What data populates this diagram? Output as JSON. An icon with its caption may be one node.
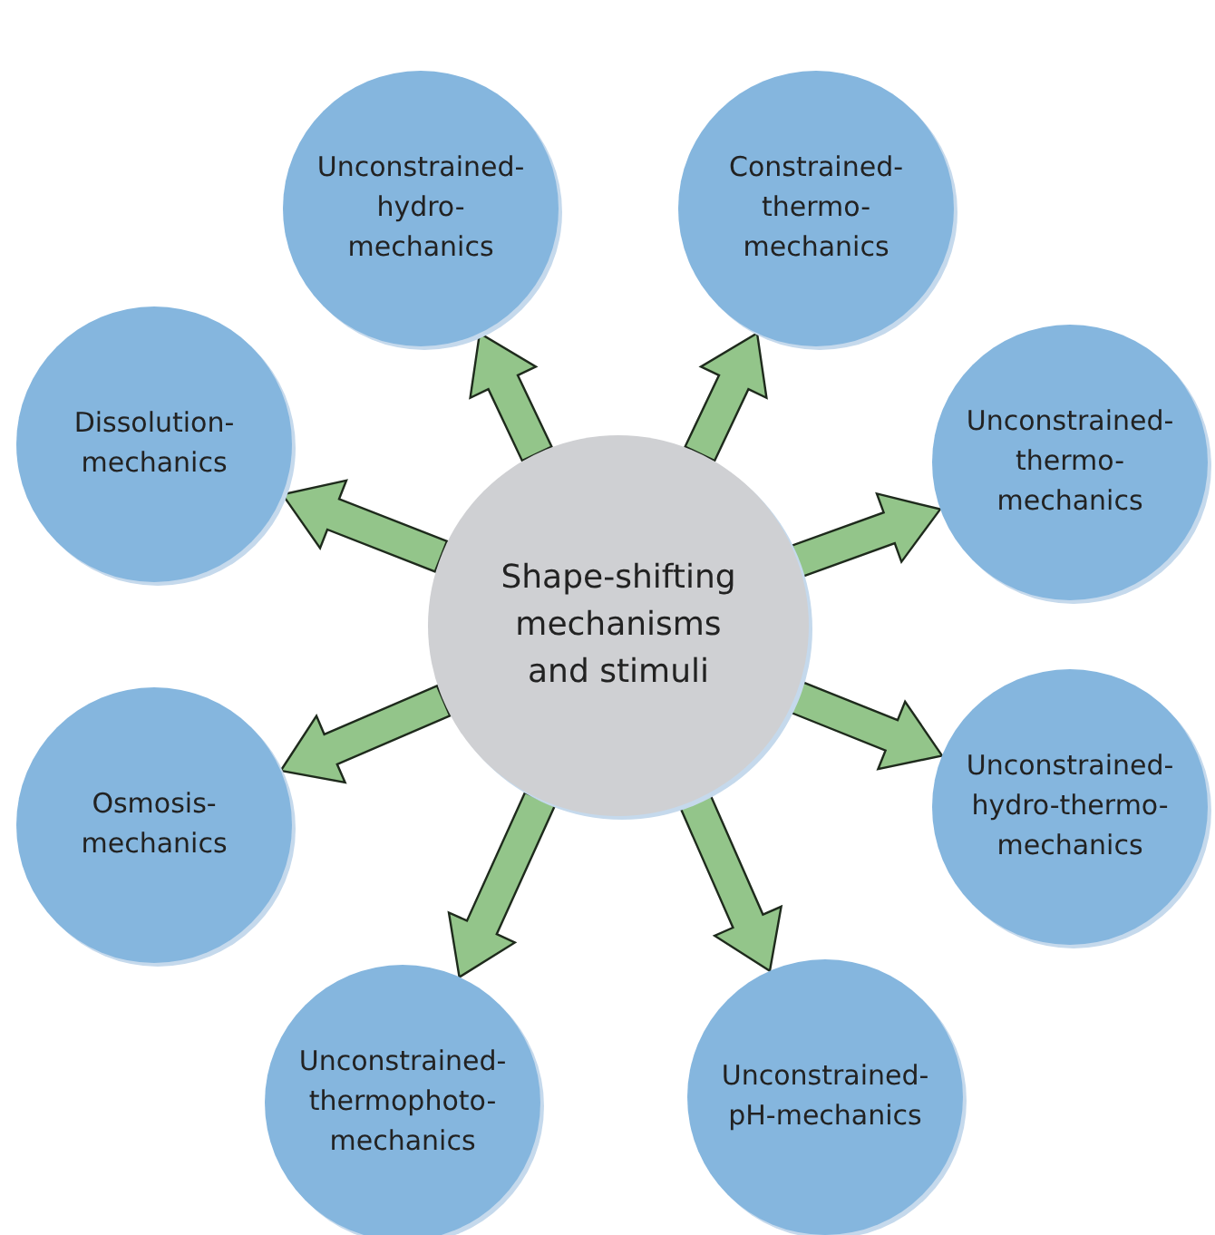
{
  "diagram": {
    "nodes": [
      {
        "text": [
          "Shape-shifting mechanisms and stimuli"
        ]
      },
      {
        "text": [
          "Unconstrained- hydro- mechanics"
        ]
      },
      {
        "text": [
          "Constrained- thermo- mechanics"
        ]
      },
      {
        "text": [
          "Dissolution- mechanics"
        ]
      },
      {
        "text": [
          "Unconstrained- thermo- mechanics"
        ]
      },
      {
        "text": [
          "Osmosis- mechanics"
        ]
      },
      {
        "text": [
          "Unconstrained- hydro-thermo- mechanics"
        ]
      },
      {
        "text": [
          "Unconstrained- thermophoto- mechanics"
        ]
      },
      {
        "text": [
          "Unconstrained- pH-mechanics"
        ]
      }
    ],
    "edges": [
      {
        "from": 0,
        "to": 1,
        "arrow": "to"
      },
      {
        "from": 0,
        "to": 2,
        "arrow": "to"
      },
      {
        "from": 0,
        "to": 3,
        "arrow": "to"
      },
      {
        "from": 0,
        "to": 4,
        "arrow": "to"
      },
      {
        "from": 0,
        "to": 5,
        "arrow": "to"
      },
      {
        "from": 0,
        "to": 6,
        "arrow": "to"
      },
      {
        "from": 0,
        "to": 7,
        "arrow": "to"
      },
      {
        "from": 0,
        "to": 8,
        "arrow": "to"
      }
    ]
  }
}
